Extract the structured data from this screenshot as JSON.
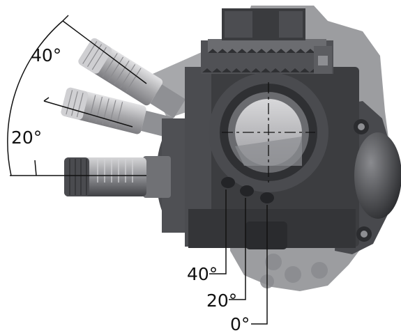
{
  "figure": {
    "angle_labels_left": [
      "40°",
      "20°"
    ],
    "callout_labels": [
      "40°",
      "20°",
      "0°"
    ]
  },
  "colors": {
    "housing_dark": "#3b3b3d",
    "housing_mid": "#55565a",
    "housing_light": "#8d8e92",
    "shaft_light": "#b9b9bc",
    "shaft_dark": "#6f7074",
    "ghost": "#9a9a9d",
    "line": "#111111"
  }
}
